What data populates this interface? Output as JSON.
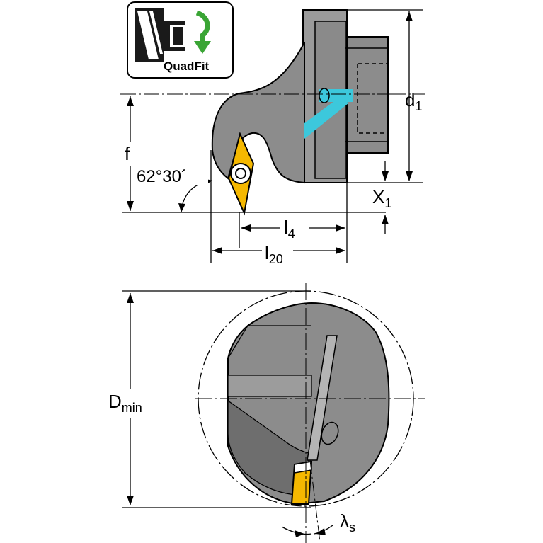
{
  "badge": {
    "text": "QuadFit"
  },
  "labels": {
    "d": "d",
    "d_sub": "1",
    "f": "f",
    "angle": "62°30´",
    "x": "X",
    "x_sub": "1",
    "l4": "l",
    "l4_sub": "4",
    "l20": "l",
    "l20_sub": "20",
    "dmin": "D",
    "dmin_sub": "min",
    "lambda": "λ",
    "lambda_sub": "s"
  },
  "colors": {
    "body": "#8c8c8c",
    "body_light": "#b4b4b4",
    "body_dark": "#6e6e6e",
    "insert": "#f5b800",
    "coolant": "#3cc8dc",
    "arrow_green": "#3aa535"
  }
}
